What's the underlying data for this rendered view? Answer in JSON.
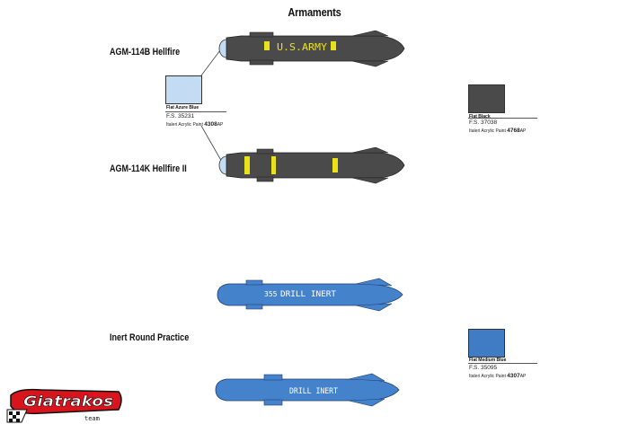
{
  "page_title": "Armaments",
  "weapons": [
    {
      "label": "AGM-114B Hellfire",
      "marking": "U.S.ARMY"
    },
    {
      "label": "AGM-114K Hellfire II",
      "marking": ""
    },
    {
      "label": "Inert Round Practice",
      "marking_top": "DRILL INERT",
      "marking_top_prefix": "355",
      "marking_bottom": "DRILL INERT"
    }
  ],
  "colors": {
    "azure": {
      "name": "Flat Azure Blue",
      "fs": "F.S. 35231",
      "paint_prefix": "Italeri Acrylic Paint ",
      "paint_code": "4308",
      "paint_suffix": "AP",
      "hex": "#c3dcf3"
    },
    "black": {
      "name": "Flat Black",
      "fs": "F.S. 37038",
      "paint_prefix": "Italeri Acrylic Paint ",
      "paint_code": "4768",
      "paint_suffix": "AP",
      "hex": "#4a4a4a"
    },
    "medium_blue": {
      "name": "Flat Medium Blue",
      "fs": "F.S. 35095",
      "paint_prefix": "Italeri Acrylic Paint ",
      "paint_code": "4307",
      "paint_suffix": "AP",
      "hex": "#3f7cc4"
    },
    "band_yellow": "#e9e21a",
    "inert_blue": "#4582cc"
  },
  "logo": {
    "text": "Giatrakos",
    "sub": "team"
  }
}
